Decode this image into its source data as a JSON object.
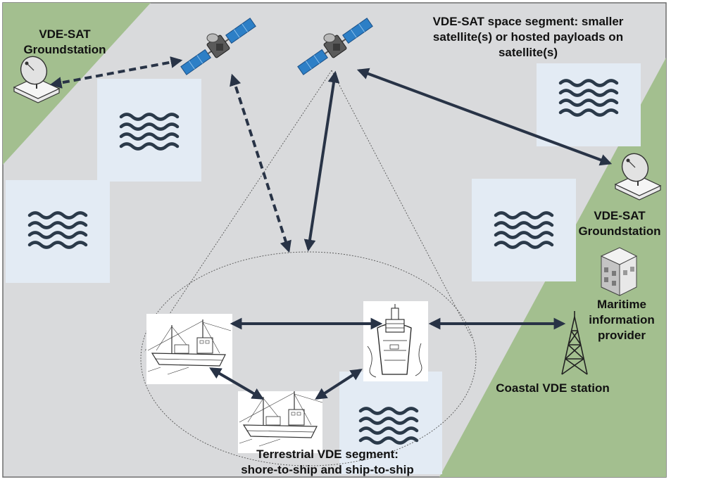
{
  "labels": {
    "gs_left": [
      "VDE-SAT",
      "Groundstation"
    ],
    "space_segment": [
      "VDE-SAT space segment: smaller",
      "satellite(s) or hosted payloads on",
      "satellite(s)"
    ],
    "gs_right": [
      "VDE-SAT",
      "Groundstation"
    ],
    "maritime": [
      "Maritime",
      "information",
      "provider"
    ],
    "coastal": "Coastal VDE station",
    "terrestrial": [
      "Terrestrial VDE segment:",
      "shore-to-ship and ship-to-ship"
    ]
  },
  "colors": {
    "sea": "#d9dadc",
    "land": "#a3bf8f",
    "wave_tile": "#e3ebf4",
    "wave": "#2b3a4a",
    "arrow": "#283346",
    "border": "#6e6e6e"
  },
  "links": {
    "solid": [
      "satellite-right to terrestrial-area",
      "satellite-right to groundstation-right",
      "ship-left to ship-cargo",
      "ship-cargo to coastal-station",
      "ship-left to ship-bottom",
      "ship-bottom to ship-cargo"
    ],
    "dashed": [
      "satellite-left to groundstation-left",
      "satellite-left to terrestrial-area"
    ]
  }
}
